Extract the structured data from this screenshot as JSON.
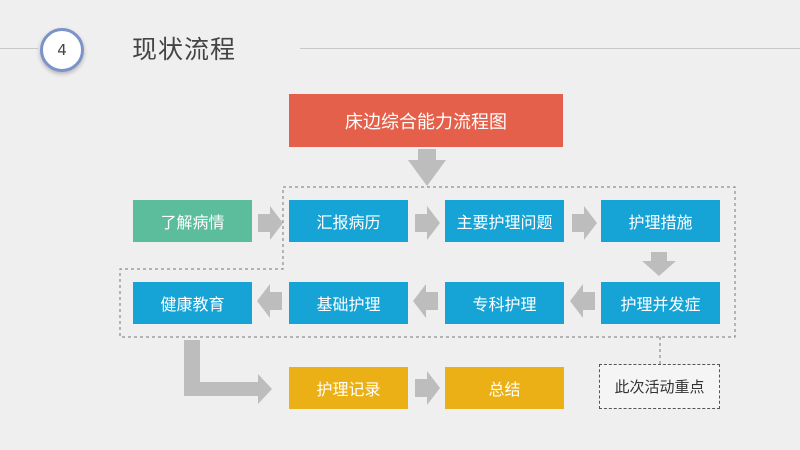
{
  "header": {
    "slide_number": "4",
    "title": "现状流程"
  },
  "diagram": {
    "title": "床边综合能力流程图",
    "nodes": {
      "understand_condition": "了解病情",
      "report_history": "汇报病历",
      "main_nursing_issues": "主要护理问题",
      "nursing_measures": "护理措施",
      "nursing_complications": "护理并发症",
      "specialty_nursing": "专科护理",
      "basic_nursing": "基础护理",
      "health_education": "健康教育",
      "nursing_records": "护理记录",
      "summary": "总结"
    },
    "focus_note": "此次活动重点"
  },
  "colors": {
    "blue": "#16a3d6",
    "green": "#5bbd9b",
    "yellow": "#ebb016",
    "red": "#e5604b",
    "arrow": "#bdbdbd"
  }
}
